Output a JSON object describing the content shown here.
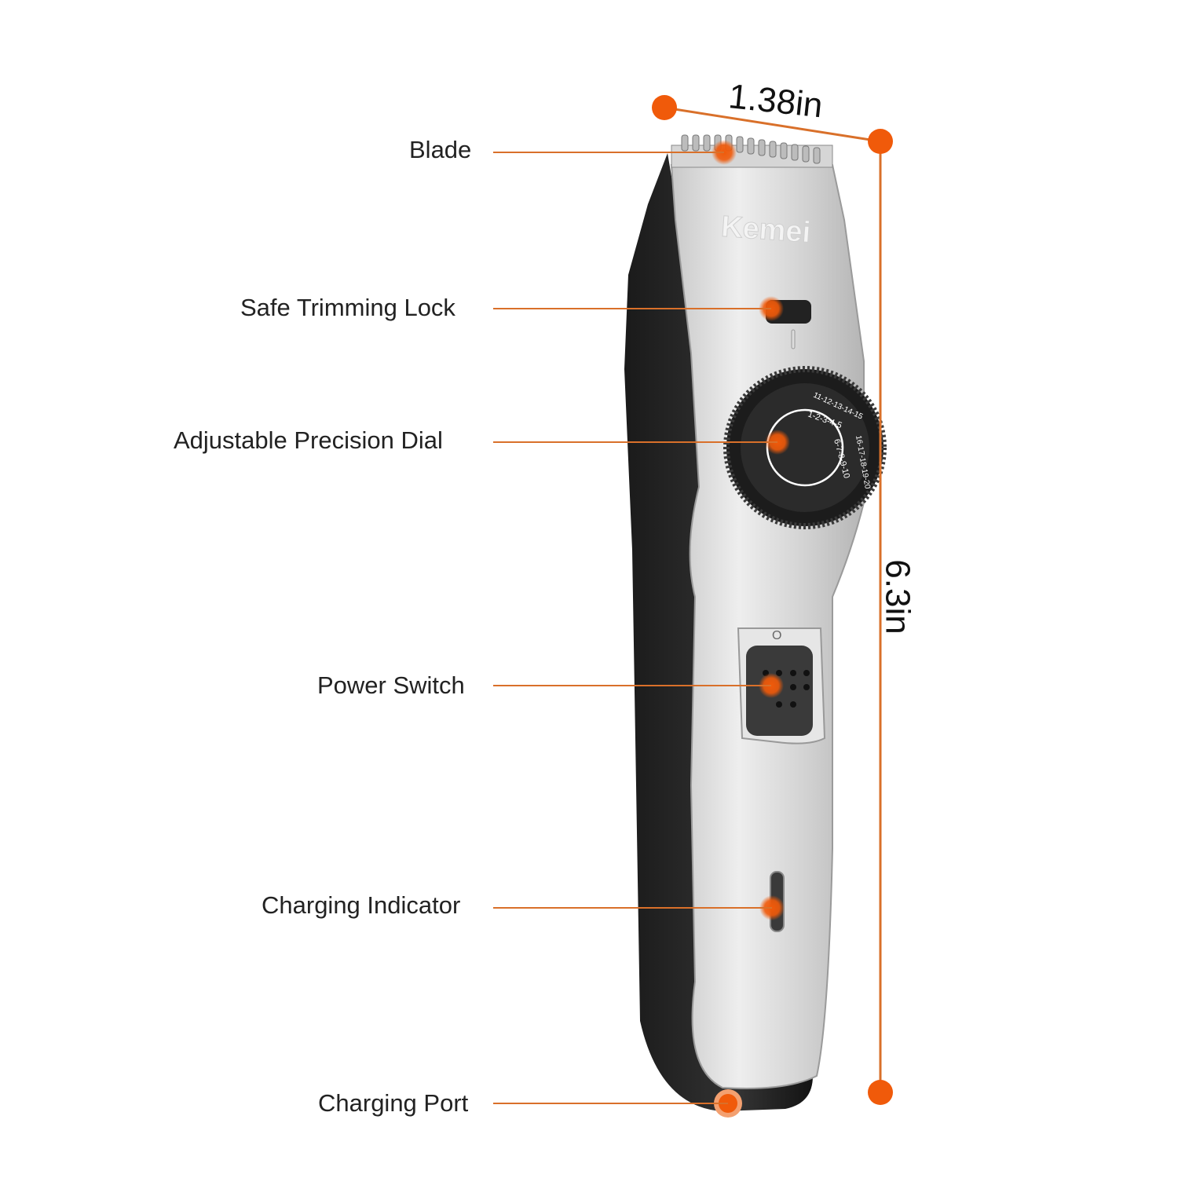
{
  "diagram": {
    "brand": "Kemei",
    "accent_color": "#f05a0a",
    "leader_color": "#d9702a",
    "dimensions": {
      "width": "1.38in",
      "height": "6.3in"
    },
    "callouts": [
      {
        "id": "blade",
        "label": "Blade"
      },
      {
        "id": "safe-lock",
        "label": "Safe Trimming Lock"
      },
      {
        "id": "dial",
        "label": "Adjustable Precision Dial"
      },
      {
        "id": "power",
        "label": "Power Switch"
      },
      {
        "id": "charge-indicator",
        "label": "Charging Indicator"
      },
      {
        "id": "charge-port",
        "label": "Charging Port"
      }
    ],
    "dial": {
      "inner_scale": "1-2-3-4-5-6-7-8-9-10",
      "outer_scale": "11-12-13-14-15-16-17-18-19-20"
    },
    "power_switch_mark": "O"
  }
}
